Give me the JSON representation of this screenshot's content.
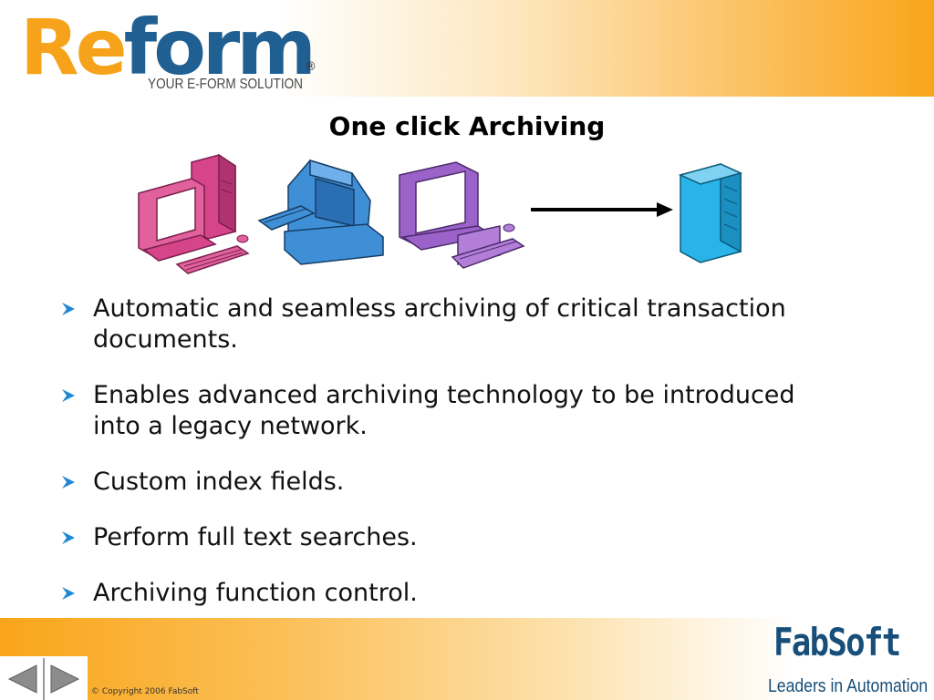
{
  "logo": {
    "re": "Re",
    "form": "form",
    "registered": "®",
    "tagline": "YOUR E-FORM SOLUTION"
  },
  "slide": {
    "title": "One click Archiving"
  },
  "illustration": {
    "computers": [
      {
        "name": "pink-computer",
        "color": "#d6458a"
      },
      {
        "name": "blue-computer",
        "color": "#3f8fd6"
      },
      {
        "name": "purple-computer",
        "color": "#9b62c9"
      }
    ],
    "arrow": "arrow-right",
    "server": {
      "name": "archive-server",
      "color": "#2ab3e8"
    }
  },
  "bullets": [
    {
      "line1": "Automatic and seamless archiving of critical transaction",
      "line2": "documents."
    },
    {
      "line1": "Enables advanced archiving technology to be introduced",
      "line2": "into a legacy network."
    },
    {
      "line1": "Custom index fields.",
      "line2": ""
    },
    {
      "line1": "Perform full text searches.",
      "line2": ""
    },
    {
      "line1": "Archiving function control.",
      "line2": ""
    }
  ],
  "footer": {
    "copyright": "© Copyright 2006 FabSoft",
    "company_logo": "FabSoft",
    "company_tagline": "Leaders in Automation"
  },
  "nav": {
    "prev_icon": "triangle-left-icon",
    "next_icon": "triangle-right-icon"
  },
  "colors": {
    "orange": "#f9a51a",
    "blue": "#1f5f92",
    "bullet": "#1e88d6"
  }
}
